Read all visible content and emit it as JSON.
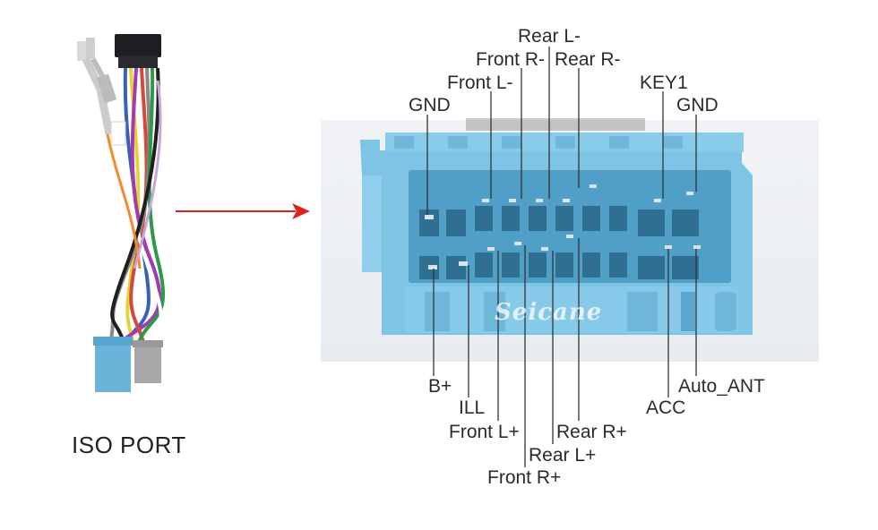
{
  "iso_label": "ISO PORT",
  "watermark": "Seicane",
  "top_labels": {
    "rear_l_minus": "Rear L-",
    "front_r_minus": "Front R-",
    "rear_r_minus": "Rear R-",
    "front_l_minus": "Front L-",
    "gnd_left": "GND",
    "key1": "KEY1",
    "gnd_right": "GND"
  },
  "bottom_labels": {
    "b_plus": "B+",
    "ill": "ILL",
    "front_l_plus": "Front L+",
    "rear_l_plus": "Rear L+",
    "front_r_plus": "Front R+",
    "rear_r_plus": "Rear R+",
    "acc": "ACC",
    "auto_ant": "Auto_ANT"
  },
  "colors": {
    "connector_blue": "#7ec4e4",
    "connector_dark": "#4f9fc6",
    "arrow_red": "#e0201c",
    "leader_line": "#333333"
  }
}
